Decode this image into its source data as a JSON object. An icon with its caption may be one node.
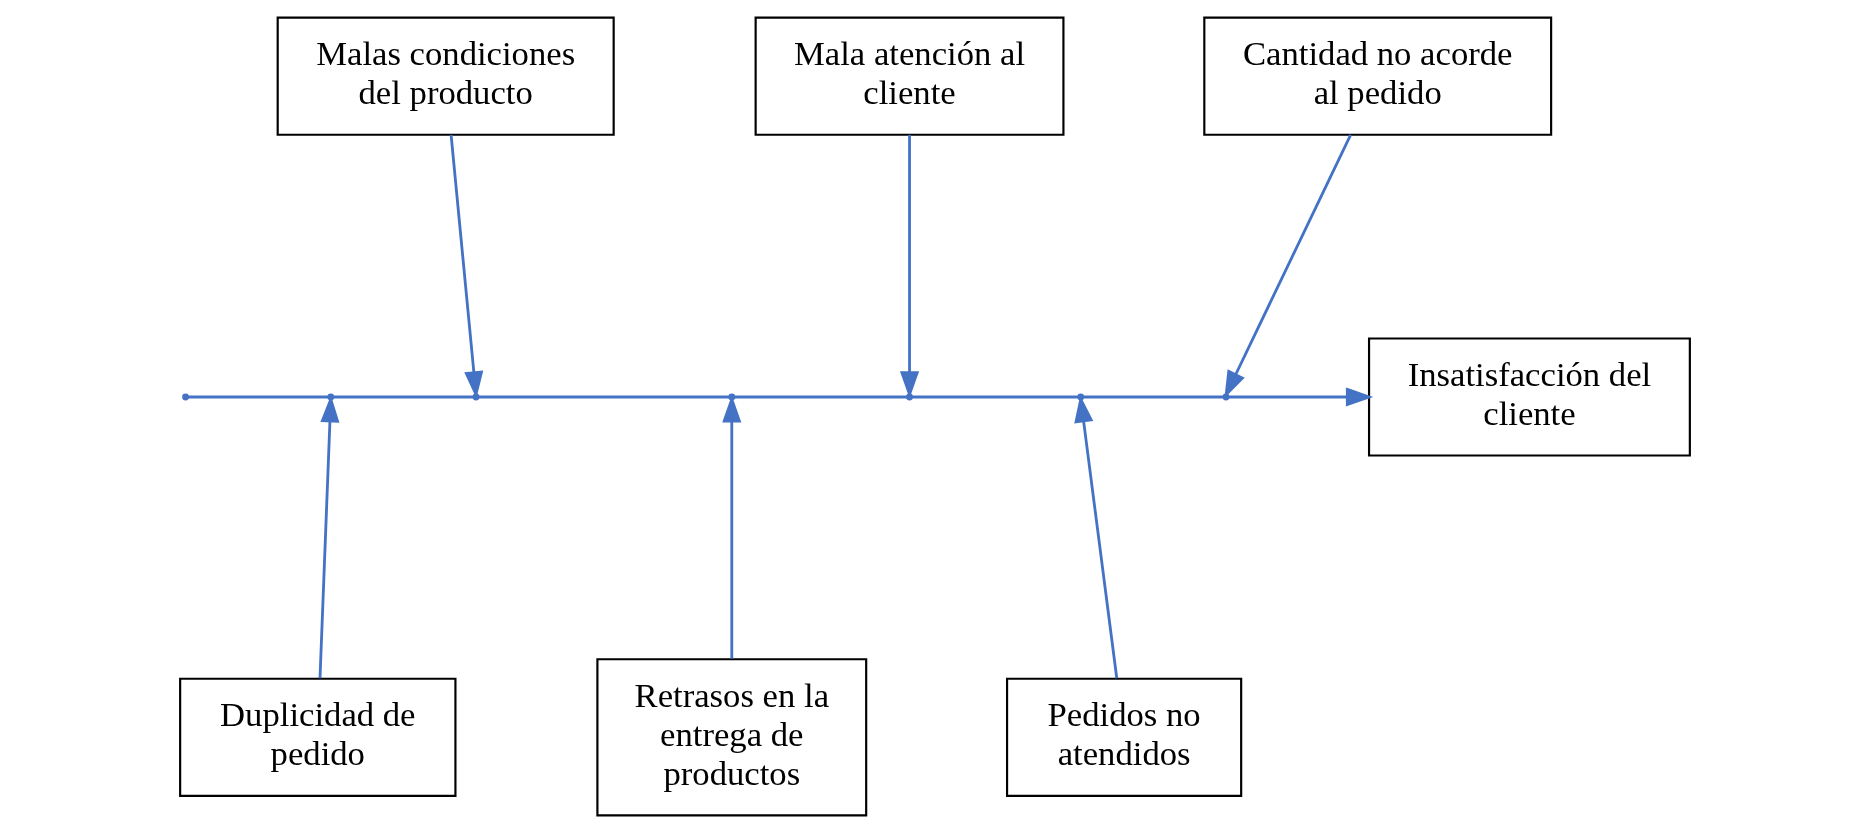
{
  "diagram": {
    "nodes": [
      {
        "text": [
          "Malas condiciones del producto"
        ]
      },
      {
        "text": [
          "Mala atención al cliente"
        ]
      },
      {
        "text": [
          "Cantidad no acorde al pedido"
        ]
      },
      {
        "text": [
          "Insatisfacción del cliente"
        ]
      },
      {
        "text": [
          "Duplicidad de pedido"
        ]
      },
      {
        "text": [
          "Retrasos en la entrega de productos"
        ]
      },
      {
        "text": [
          "Pedidos no atendidos"
        ]
      }
    ],
    "edges": [
      {
        "from": 0,
        "to": null,
        "arrow": "to"
      },
      {
        "from": 1,
        "to": null,
        "arrow": "to"
      },
      {
        "from": 2,
        "to": null,
        "arrow": "to"
      },
      {
        "from": 4,
        "to": null,
        "arrow": "to"
      },
      {
        "from": 5,
        "to": null,
        "arrow": "to"
      },
      {
        "from": 6,
        "to": null,
        "arrow": "to"
      },
      {
        "from": null,
        "to": 3,
        "arrow": "to"
      }
    ]
  }
}
